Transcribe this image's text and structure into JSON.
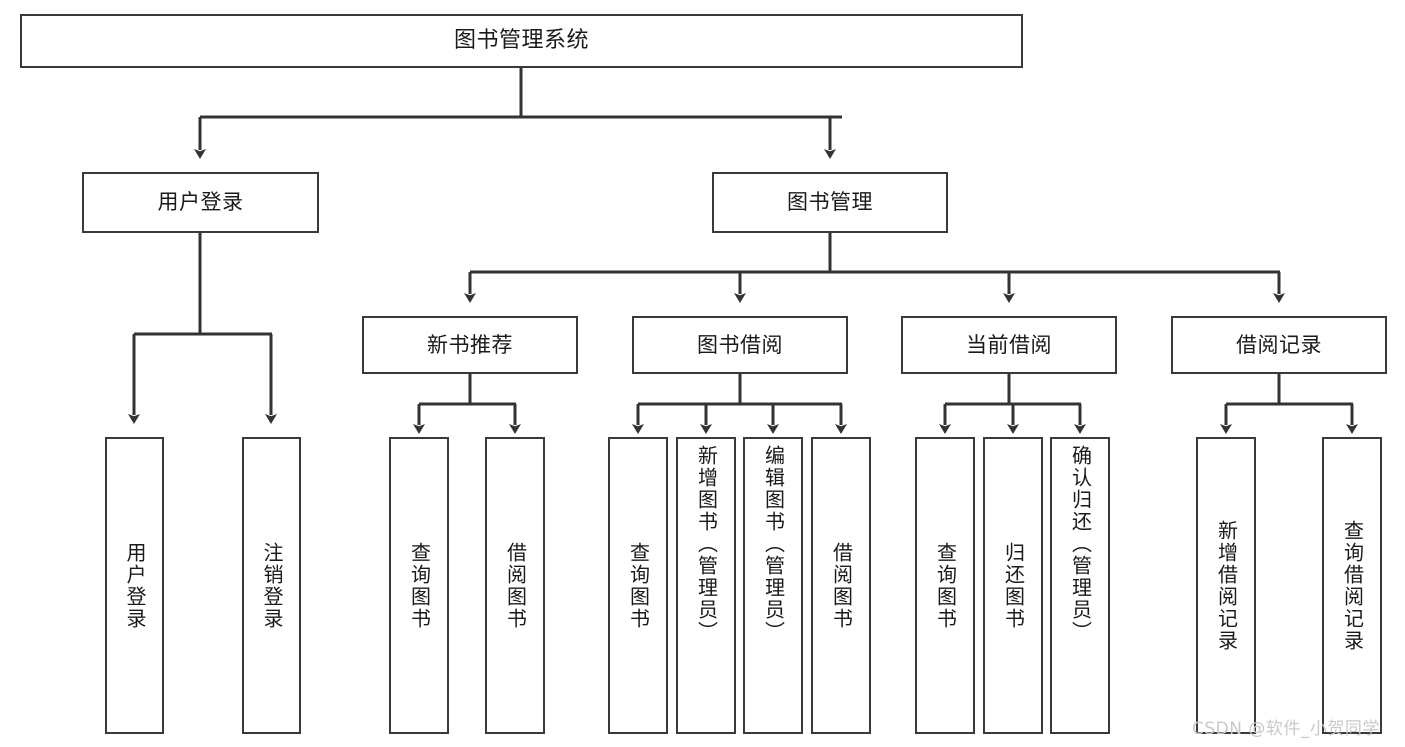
{
  "diagram": {
    "title": "图书管理系统",
    "type": "tree",
    "watermark": "CSDN @软件_小贺同学",
    "colors": {
      "box_border": "#3a3a3a",
      "box_fill": "#ffffff",
      "edge": "#333333",
      "text": "#1a1a1a",
      "watermark": "#c9c9c9",
      "background": "#ffffff"
    },
    "nodes": {
      "root": {
        "label": "图书管理系统"
      },
      "level1": [
        {
          "id": "user-login",
          "label": "用户登录"
        },
        {
          "id": "book-manage",
          "label": "图书管理"
        }
      ],
      "level2": [
        {
          "id": "new-book-rec",
          "label": "新书推荐"
        },
        {
          "id": "book-borrow",
          "label": "图书借阅"
        },
        {
          "id": "current-borrow",
          "label": "当前借阅"
        },
        {
          "id": "borrow-record",
          "label": "借阅记录"
        }
      ],
      "leaves": {
        "user_login": [
          {
            "id": "leaf-user-login",
            "label": "用户登录"
          },
          {
            "id": "leaf-logout",
            "label": "注销登录"
          }
        ],
        "new_book_rec": [
          {
            "id": "leaf-query-book-1",
            "label": "查询图书"
          },
          {
            "id": "leaf-borrow-book-1",
            "label": "借阅图书"
          }
        ],
        "book_borrow": [
          {
            "id": "leaf-query-book-2",
            "label": "查询图书"
          },
          {
            "id": "leaf-add-book",
            "label": "新增图书（管理员）"
          },
          {
            "id": "leaf-edit-book",
            "label": "编辑图书（管理员）"
          },
          {
            "id": "leaf-borrow-book-2",
            "label": "借阅图书"
          }
        ],
        "current_borrow": [
          {
            "id": "leaf-query-book-3",
            "label": "查询图书"
          },
          {
            "id": "leaf-return-book",
            "label": "归还图书"
          },
          {
            "id": "leaf-confirm-return",
            "label": "确认归还（管理员）"
          }
        ],
        "borrow_record": [
          {
            "id": "leaf-add-record",
            "label": "新增借阅记录"
          },
          {
            "id": "leaf-query-record",
            "label": "查询借阅记录"
          }
        ]
      }
    }
  }
}
